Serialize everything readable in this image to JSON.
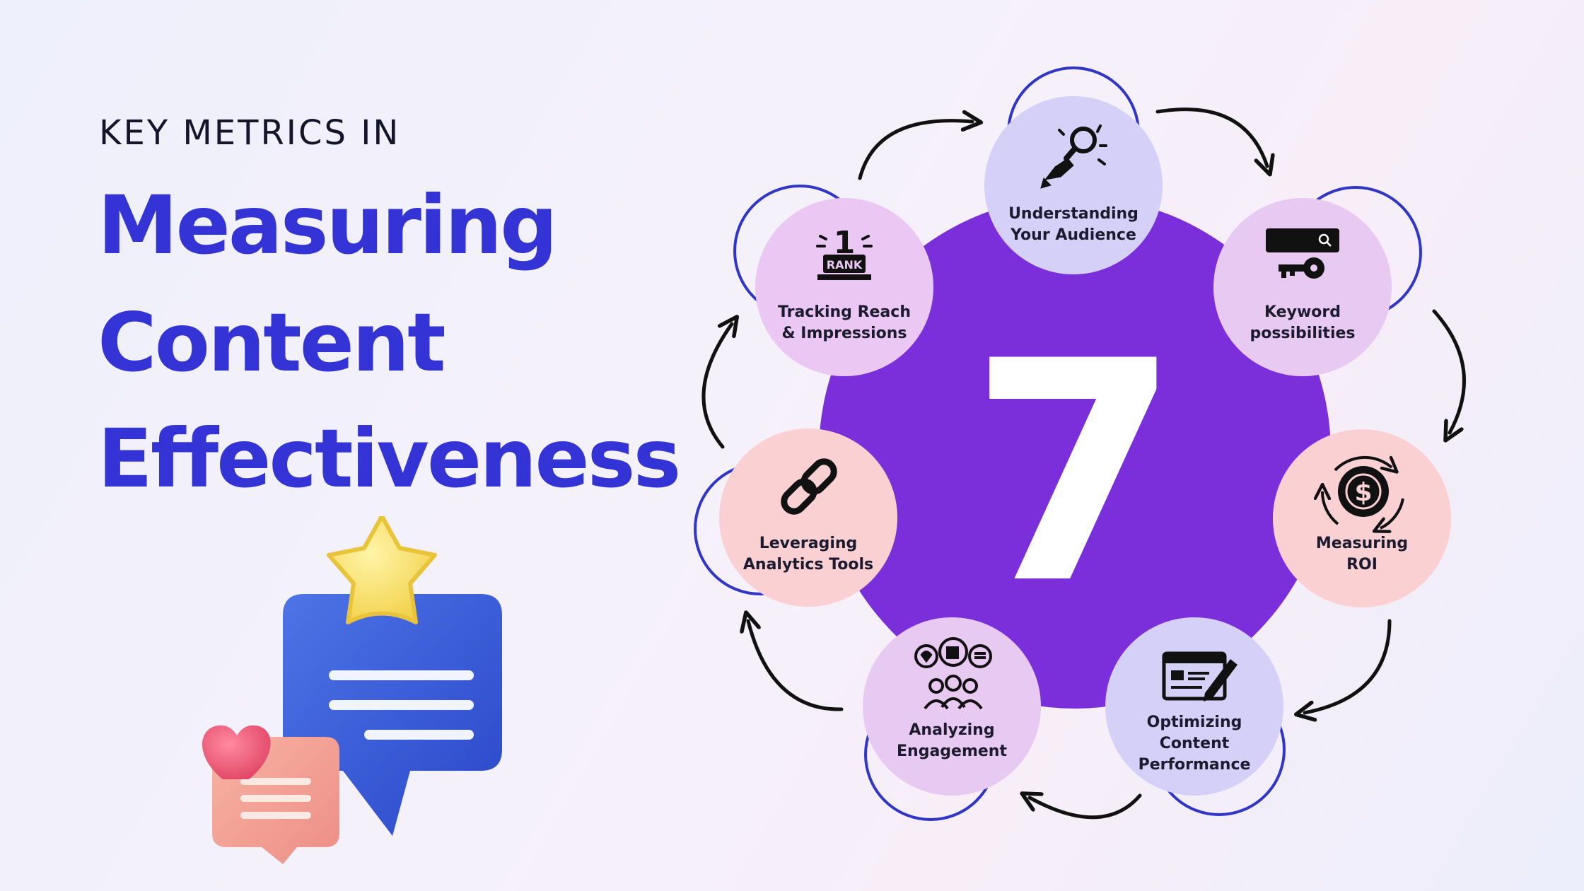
{
  "header": {
    "kicker": "KEY METRICS IN",
    "title_lines": [
      "Measuring",
      "Content",
      "Effectiveness"
    ]
  },
  "center": {
    "number": "7"
  },
  "nodes": [
    {
      "label": [
        "Understanding",
        "Your Audience"
      ],
      "icon": "magnifier-hand-icon",
      "fill": "#d4d0f8"
    },
    {
      "label": [
        "Keyword",
        "possibilities"
      ],
      "icon": "search-key-icon",
      "fill": "#e8c9f2"
    },
    {
      "label": [
        "Measuring",
        "ROI"
      ],
      "icon": "dollar-cycle-icon",
      "fill": "#fbd0d3"
    },
    {
      "label": [
        "Optimizing",
        "Content",
        "Performance"
      ],
      "icon": "editor-icon",
      "fill": "#d4d0f8"
    },
    {
      "label": [
        "Analyzing",
        "Engagement"
      ],
      "icon": "engagement-people-icon",
      "fill": "#e8c9f2"
    },
    {
      "label": [
        "Leveraging",
        "Analytics Tools"
      ],
      "icon": "link-icon",
      "fill": "#fbd0d3"
    },
    {
      "label": [
        "Tracking Reach",
        "& Impressions"
      ],
      "icon": "rank-trophy-icon",
      "fill": "#ebc8f3"
    }
  ],
  "colors": {
    "title": "#3333d6",
    "center_circle": "#7a2fdb",
    "ring_outline": "#2f36c8",
    "arrow": "#111111"
  }
}
